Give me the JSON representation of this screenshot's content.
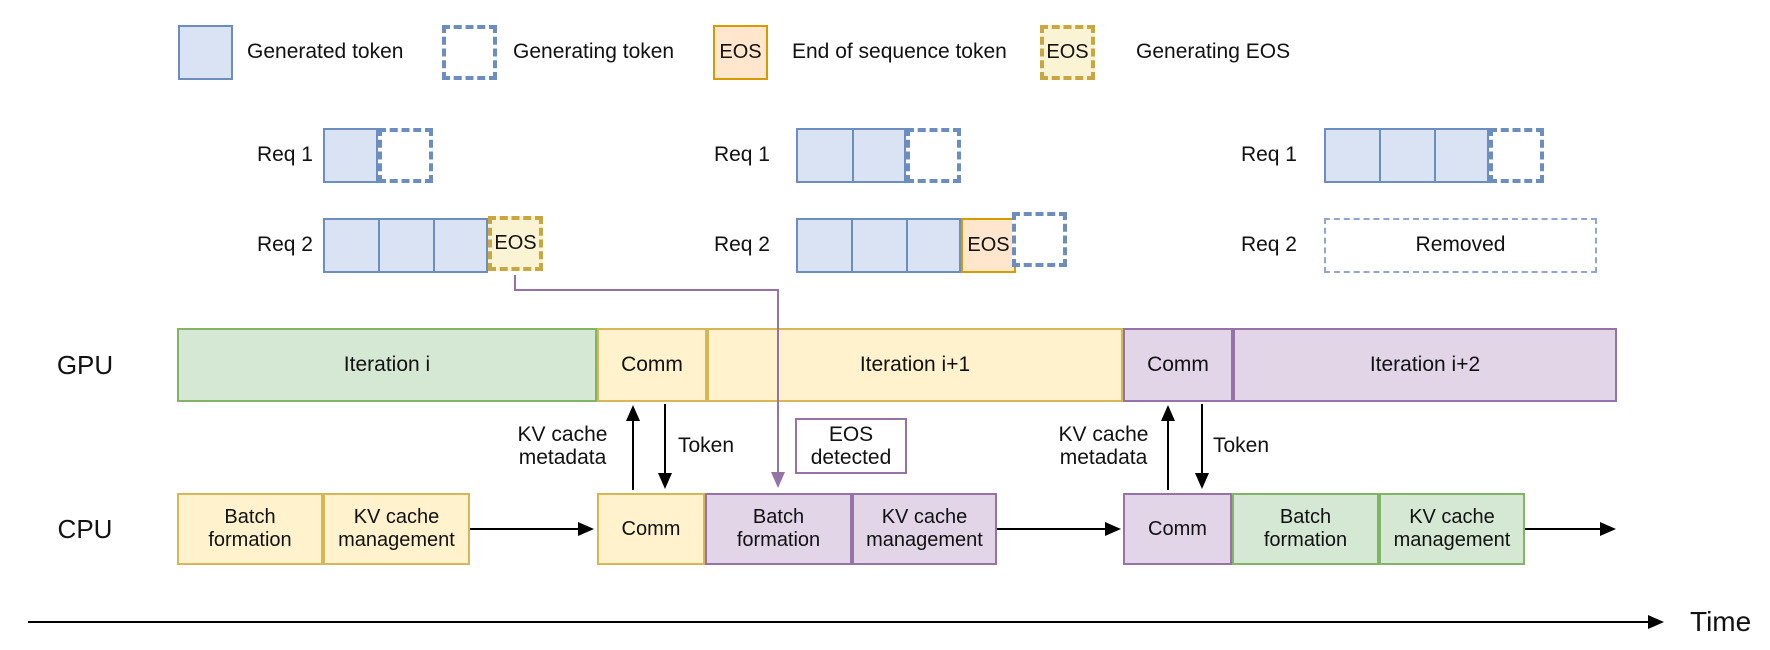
{
  "colors": {
    "token_fill": "#dae3f3",
    "token_stroke": "#6c8ebf",
    "eos_fill": "#ffe6cc",
    "eos_stroke": "#d79b00",
    "generating_eos_fill": "#faf3d4",
    "generating_eos_stroke": "#c9a63f",
    "green_fill": "#d5e8d4",
    "green_stroke": "#82b366",
    "yellow_fill": "#fff2cc",
    "yellow_stroke": "#d6b656",
    "purple_fill": "#e1d5e7",
    "purple_stroke": "#9673a6",
    "arrow_black": "#000000"
  },
  "legend": {
    "items": [
      {
        "label": "Generated token"
      },
      {
        "label": "Generating token"
      },
      {
        "label": "End of sequence token",
        "swatch_text": "EOS"
      },
      {
        "label": "Generating EOS",
        "swatch_text": "EOS"
      }
    ]
  },
  "requests": {
    "group1": {
      "req1_label": "Req 1",
      "req2_label": "Req 2",
      "eos_text": "EOS"
    },
    "group2": {
      "req1_label": "Req 1",
      "req2_label": "Req 2",
      "eos_text": "EOS"
    },
    "group3": {
      "req1_label": "Req 1",
      "req2_label": "Req 2",
      "removed_text": "Removed"
    }
  },
  "gpu": {
    "label": "GPU",
    "segments": [
      {
        "label": "Iteration i",
        "color": "green"
      },
      {
        "label": "Comm",
        "color": "yellow"
      },
      {
        "label": "Iteration i+1",
        "color": "yellow"
      },
      {
        "label": "Comm",
        "color": "purple"
      },
      {
        "label": "Iteration i+2",
        "color": "purple"
      }
    ]
  },
  "cpu": {
    "label": "CPU",
    "segments": [
      {
        "label": "Batch formation",
        "color": "yellow"
      },
      {
        "label": "KV cache management",
        "color": "yellow"
      },
      {
        "label": "Comm",
        "color": "yellow"
      },
      {
        "label": "Batch formation",
        "color": "purple"
      },
      {
        "label": "KV cache management",
        "color": "purple"
      },
      {
        "label": "Comm",
        "color": "purple"
      },
      {
        "label": "Batch formation",
        "color": "green"
      },
      {
        "label": "KV cache management",
        "color": "green"
      }
    ]
  },
  "annotations": {
    "kv_cache_metadata": "KV cache metadata",
    "token": "Token",
    "eos_detected": "EOS detected",
    "time": "Time"
  }
}
